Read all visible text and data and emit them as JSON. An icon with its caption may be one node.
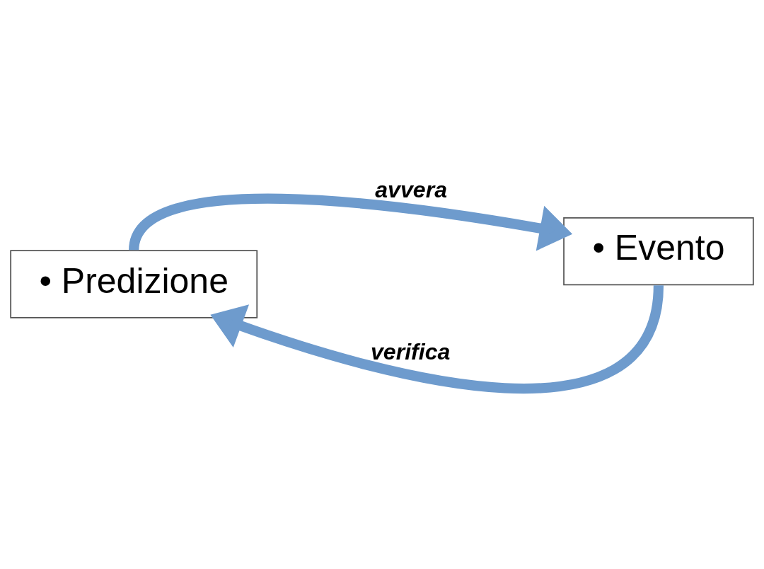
{
  "diagram": {
    "nodes": [
      {
        "text": [
          "• Predizione"
        ]
      },
      {
        "text": [
          "• Evento"
        ]
      }
    ],
    "edges": [
      {
        "from": 0,
        "to": 1,
        "arrow": "to",
        "label": "avvera"
      },
      {
        "from": 1,
        "to": 0,
        "arrow": "to",
        "label": "verifica"
      }
    ]
  }
}
